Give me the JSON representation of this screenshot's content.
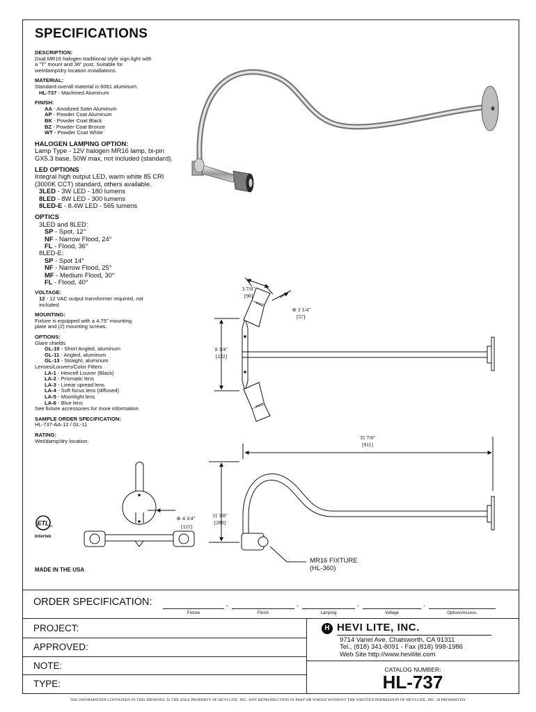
{
  "title": "SPECIFICATIONS",
  "sections": {
    "description": {
      "heading": "DESCRIPTION:",
      "lines": [
        "Dual MR16 halogen traditional style sign light with",
        "a \"T\" mount and 36\" post. Suitable for",
        "wet/damp/dry location installations."
      ]
    },
    "material": {
      "heading": "MATERIAL:",
      "lines": [
        "Standard overall material is 6061 aluminum."
      ],
      "items": [
        {
          "code": "HL-737",
          "text": " - Machined Aluminum"
        }
      ]
    },
    "finish": {
      "heading": "FINISH:",
      "items": [
        {
          "code": "AA",
          "text": " - Anodized Satin Aluminum"
        },
        {
          "code": "AP",
          "text": " - Powder Coat Aluminum"
        },
        {
          "code": "BK",
          "text": " - Powder Coat Black"
        },
        {
          "code": "BZ",
          "text": " - Powder Coat Bronze"
        },
        {
          "code": "WT",
          "text": " - Powder Coat White"
        }
      ]
    },
    "halogen": {
      "heading": "HALOGEN LAMPING OPTION:",
      "lines": [
        "Lamp Type - 12V halogen MR16 lamp, bi-pin",
        "GX5.3 base, 50W max, not included (standard)."
      ]
    },
    "led": {
      "heading": "LED OPTIONS",
      "lines": [
        "Integral high output LED, warm white 85 CRI",
        "(3000K CCT) standard, others available."
      ],
      "items": [
        {
          "code": "3LED",
          "text": " - 3W LED - 180 lumens"
        },
        {
          "code": "8LED",
          "text": " - 8W LED - 300 lumens"
        },
        {
          "code": "8LED-E",
          "text": " - 8.4W LED - 565 lumens"
        }
      ]
    },
    "optics": {
      "heading": "OPTICS",
      "group1": "3LED and 8LED:",
      "group1_items": [
        {
          "code": "SP",
          "text": " - Spot, 12°"
        },
        {
          "code": "NF",
          "text": " - Narrow Flood, 24°"
        },
        {
          "code": "FL",
          "text": " - Flood, 36°"
        }
      ],
      "group2": "8LED-E:",
      "group2_items": [
        {
          "code": "SP",
          "text": " - Spot 14°"
        },
        {
          "code": "NF",
          "text": " - Narrow Flood, 25°"
        },
        {
          "code": "MF",
          "text": " - Medium Flood, 30°"
        },
        {
          "code": "FL",
          "text": " - Flood, 40°"
        }
      ]
    },
    "voltage": {
      "heading": "VOLTAGE:",
      "code": "12",
      "text": " - 12 VAC output transformer required, not",
      "line2": "included."
    },
    "mounting": {
      "heading": "MOUNTING:",
      "lines": [
        "Fixture is equipped with a 4.75\" mounting",
        "plate and (2) mounting screws."
      ]
    },
    "options": {
      "heading": "OPTIONS:",
      "glare_label": "Glare shields",
      "glare_items": [
        {
          "code": "GL-10",
          "text": " - Short Angled, aluminum"
        },
        {
          "code": "GL-11",
          "text": " - Angled, aluminum"
        },
        {
          "code": "GL-13",
          "text": " - Straight, aluminum"
        }
      ],
      "lens_label": "Lenses/Louvers/Color Filters",
      "lens_items": [
        {
          "code": "LA-1",
          "text": " - Hexcell Louver (Black)"
        },
        {
          "code": "LA-2",
          "text": " - Prismatic lens"
        },
        {
          "code": "LA-3",
          "text": " - Linear spread lens"
        },
        {
          "code": "LA-4",
          "text": " - Soft focus lens (diffused)"
        },
        {
          "code": "LA-5",
          "text": " - Moonlight lens"
        },
        {
          "code": "LA-6",
          "text": " - Blue lens"
        }
      ],
      "footer": "See fixture accessories for more information."
    },
    "sample": {
      "heading": "SAMPLE ORDER SPECIFICATION:",
      "line": "HL-737-AA-12 / GL-11"
    },
    "rating": {
      "heading": "RATING:",
      "line": "Wet/damp/dry location."
    }
  },
  "cert": {
    "mark": "ETL",
    "c": "c",
    "us": "us",
    "name": "Intertek"
  },
  "made_in": "MADE IN THE USA",
  "dimensions": {
    "head_width": "3 7/8\"",
    "head_width_mm": "[98]",
    "head_dia": "2 1/4\"",
    "head_dia_mm": "[57]",
    "tee_height": "8 3/4\"",
    "tee_height_mm": "[222]",
    "reach": "35 7/8\"",
    "reach_mm": "[911]",
    "plate_dia": "4 3/4\"",
    "plate_dia_mm": "[121]",
    "arm_height": "11 3/8\"",
    "arm_height_mm": "[289]",
    "diam_symbol": "Φ"
  },
  "callout": {
    "line1": "MR16 FIXTURE",
    "line2": "(HL-360)"
  },
  "order": {
    "label": "ORDER SPECIFICATION:",
    "fields": [
      "Fixture",
      "Finish",
      "Lamping",
      "Voltage",
      "Options/Access."
    ],
    "sep": "-"
  },
  "rows": {
    "project": "PROJECT:",
    "approved": "APPROVED:",
    "note": "NOTE:",
    "type": "TYPE:"
  },
  "company": {
    "logo_letter": "H",
    "name": "HEVI LITE, INC.",
    "address": "9714 Variel Ave, Chatsworth, CA 91311",
    "phone": "Tel., (818) 341-8091 - Fax (818) 998-1986",
    "web": "Web Site http://www.hevilite.com"
  },
  "catalog": {
    "label": "CATALOG NUMBER:",
    "number": "HL-737"
  },
  "footer": "THE INFORMATION CONTAINED IN THIS DRAWING IS THE SOLE PROPERTY OF HEVI LITE, INC.  ANY REPRODUCTION IN PART OR WHOLE WITHOUT THE WRITTEN PERMISSION OF HEVI LITE, INC. IS PROHIBITED."
}
